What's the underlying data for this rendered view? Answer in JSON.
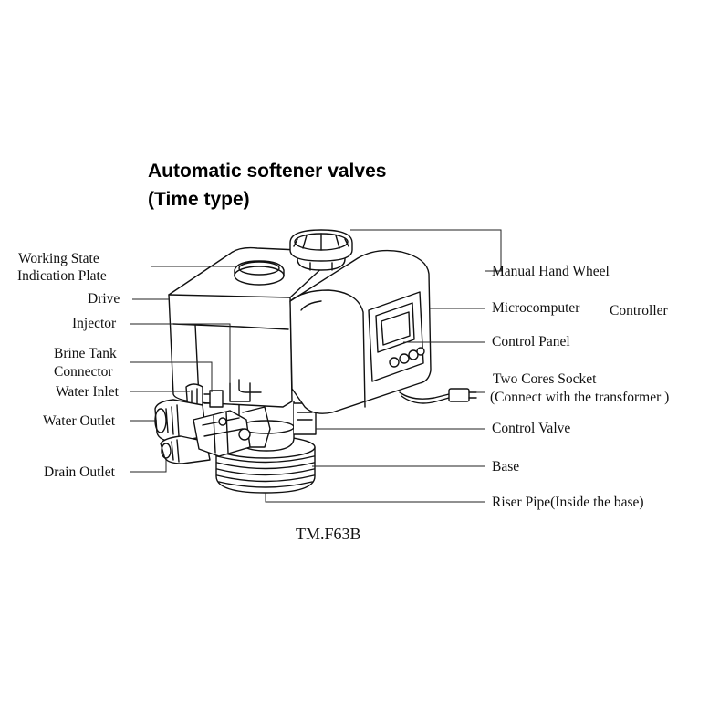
{
  "title": {
    "line1": "Automatic softener valves",
    "line2": "(Time type)"
  },
  "labels": {
    "working_state_line1": "Working State",
    "working_state_line2": "Indication Plate",
    "drive": "Drive",
    "injector": "Injector",
    "brine_tank_line1": "Brine Tank",
    "brine_tank_line2": "Connector",
    "water_inlet": "Water Inlet",
    "water_outlet": "Water Outlet",
    "drain_outlet": "Drain Outlet",
    "manual_hand_wheel": "Manual Hand Wheel",
    "microcomputer": "Microcomputer",
    "controller": "Controller",
    "control_panel": "Control Panel",
    "two_cores_socket": "Two Cores  Socket",
    "connect_transformer": "(Connect with the transformer )",
    "control_valve": "Control Valve",
    "base": "Base",
    "riser_pipe": "Riser Pipe(Inside the base)"
  },
  "model": "TM.F63B"
}
